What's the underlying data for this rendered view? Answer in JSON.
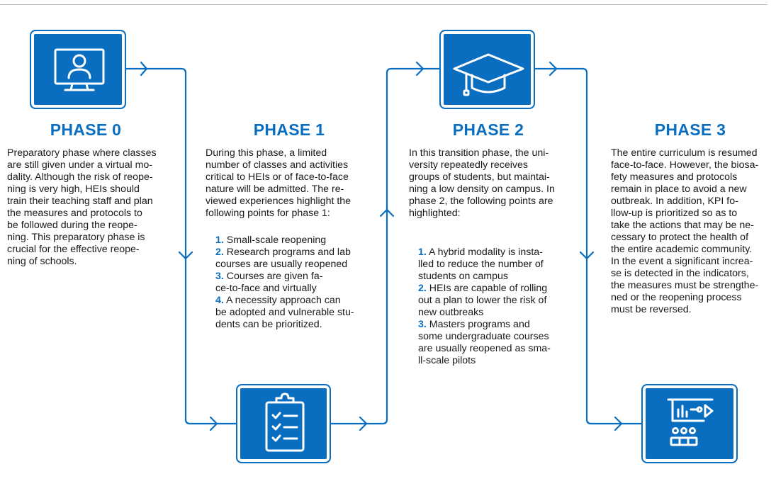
{
  "colors": {
    "accent": "#0a6ec0",
    "text": "#1a1a1a",
    "rule": "#bdbdbd"
  },
  "phases": [
    {
      "title": "PHASE 0",
      "icon": "computer-user-icon",
      "text": "Preparatory phase where classes\nare still given under a virtual mo-\ndality. Although the risk of reope-\nning is very high, HEIs should\ntrain their teaching staff and plan\nthe measures and protocols to\nbe followed during the reopе-\nning. This preparatory phase is\ncrucial for the effective reope-\nning of schools."
    },
    {
      "title": "PHASE 1",
      "icon": "clipboard-checklist-icon",
      "text": "During this phase, a limited\nnumber of classes and activities\ncritical to HEIs or of face-to-face\nnature will be admitted. The re-\nviewed experiences highlight the\nfollowing points for phase 1:",
      "items": [
        {
          "num": "1.",
          "text": "Small-scale reopening"
        },
        {
          "num": "2.",
          "text": "Research programs and lab\ncourses are usually reopened"
        },
        {
          "num": "3.",
          "text": "Courses are given fa-\nce-to-face and virtually"
        },
        {
          "num": "4.",
          "text": "A necessity approach can\nbe adopted and vulnerable stu-\ndents can be prioritized."
        }
      ]
    },
    {
      "title": "PHASE 2",
      "icon": "graduation-cap-icon",
      "text": "In this transition phase, the uni-\nversity repeatedly receives\ngroups of students, but maintai-\nning a low density on campus. In\nphase 2, the following points are\nhighlighted:",
      "items": [
        {
          "num": "1.",
          "text": "A hybrid modality is insta-\nlled to reduce the number of\nstudents on campus"
        },
        {
          "num": "2.",
          "text": "HEIs are capable of rolling\nout a plan to lower the risk of\nnew outbreaks"
        },
        {
          "num": "3.",
          "text": "Masters programs and\nsome undergraduate courses\nare usually reopened as sma-\nll-scale pilots"
        }
      ]
    },
    {
      "title": "PHASE 3",
      "icon": "dashboard-presentation-icon",
      "text": "The entire curriculum is resumed\nface-to-face. However, the biosa-\nfety measures and protocols\nremain in place to avoid a new\noutbreak. In addition, KPI fo-\nllow-up is prioritized so as to\ntake the actions that may be ne-\ncessary to protect the health of\nthe entire academic community.\nIn the event a significant increa-\nse is detected in the indicators,\nthe measures must be strengthe-\nned or the reopening process\nmust be reversed."
    }
  ]
}
